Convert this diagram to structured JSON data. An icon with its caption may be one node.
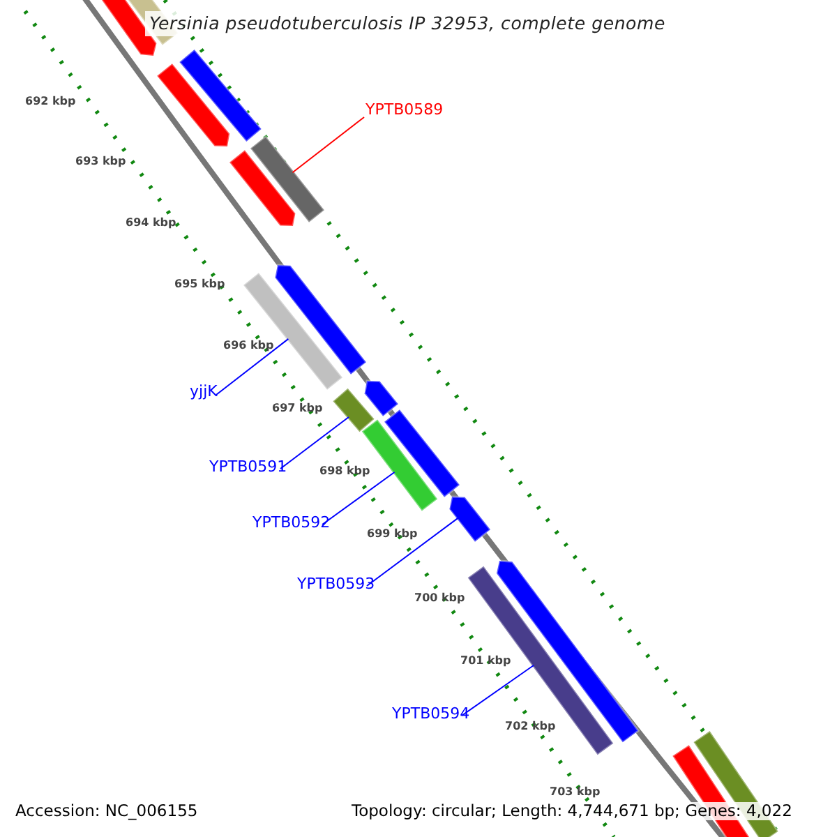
{
  "diagram": {
    "title": "Yersinia pseudotuberculosis IP 32953, complete genome",
    "nodes": [
      {
        "text": [
          "YPTB0589"
        ]
      },
      {
        "text": [],
        "shape": "bar"
      },
      {
        "text": [
          "yjjK"
        ]
      },
      {
        "text": [],
        "shape": "bar"
      },
      {
        "text": [
          "YPTB0591"
        ]
      },
      {
        "text": [],
        "shape": "bar"
      },
      {
        "text": [
          "YPTB0592"
        ]
      },
      {
        "text": [],
        "shape": "bar"
      },
      {
        "text": [
          "YPTB0593"
        ]
      },
      {
        "text": [],
        "shape": "bar"
      },
      {
        "text": [
          "YPTB0594"
        ]
      },
      {
        "text": [],
        "shape": "bar"
      },
      {
        "text": [],
        "shape": "bar"
      },
      {
        "text": [],
        "shape": "bar"
      },
      {
        "text": [],
        "shape": "bar"
      },
      {
        "text": [],
        "shape": "bar"
      },
      {
        "text": [],
        "shape": "bar"
      },
      {
        "text": [],
        "shape": "bar"
      },
      {
        "text": [],
        "shape": "bar"
      },
      {
        "text": [],
        "shape": "bar"
      },
      {
        "text": [],
        "shape": "bar"
      },
      {
        "text": [],
        "shape": "bar"
      },
      {
        "text": [],
        "shape": "bar"
      }
    ],
    "edges": [
      {
        "from": 0,
        "to": 1,
        "arrow": "none",
        "color": "#ff0000"
      },
      {
        "from": 2,
        "to": 3,
        "arrow": "none"
      },
      {
        "from": 4,
        "to": 5,
        "arrow": "none"
      },
      {
        "from": 6,
        "to": 7,
        "arrow": "none"
      },
      {
        "from": 8,
        "to": 9,
        "arrow": "none"
      },
      {
        "from": 10,
        "to": 11,
        "arrow": "none"
      }
    ],
    "labels": [
      "692 kbp",
      "693 kbp",
      "694 kbp",
      "695 kbp",
      "696 kbp",
      "697 kbp",
      "698 kbp",
      "699 kbp",
      "700 kbp",
      "701 kbp",
      "702 kbp",
      "703 kbp",
      "Accession: NC_006155",
      "Topology: circular; Length: 4,744,671 bp; Genes: 4,022"
    ]
  }
}
